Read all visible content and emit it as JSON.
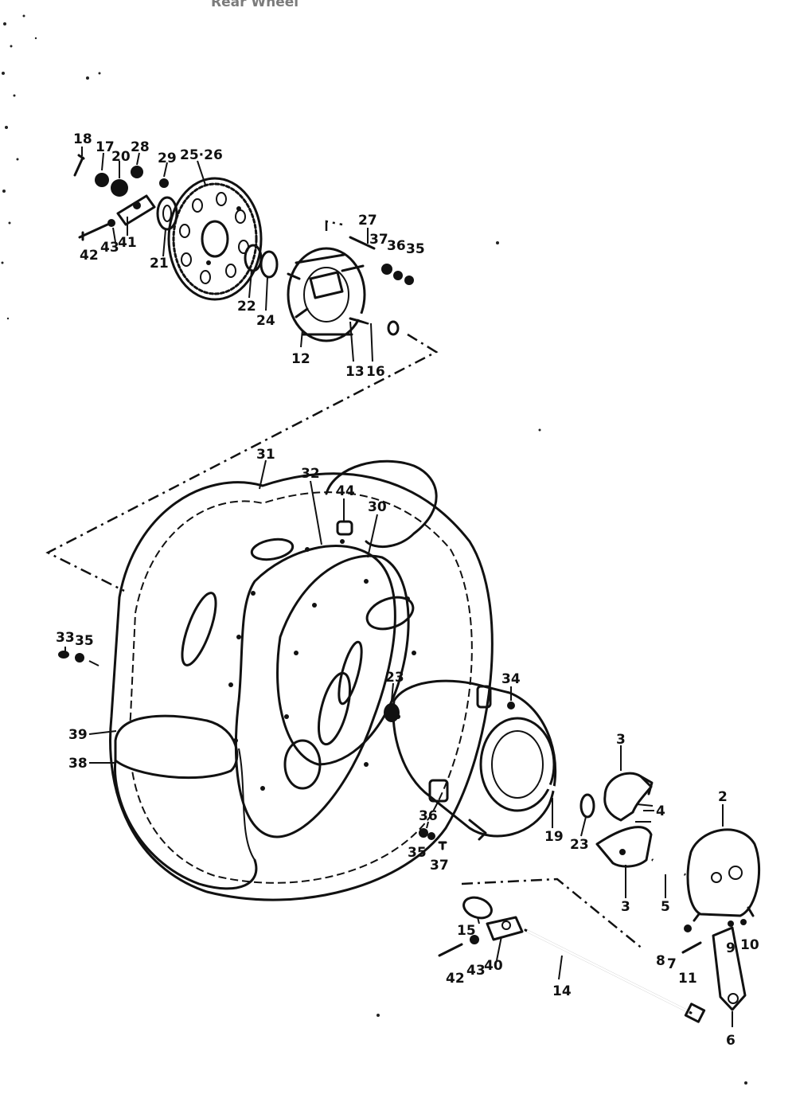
{
  "header_text": "Rear Wheel",
  "callouts": {
    "c18": "18",
    "c17": "17",
    "c20": "20",
    "c28": "28",
    "c29": "29",
    "c25_26": "25·26",
    "c42a": "42",
    "c43a": "43",
    "c41": "41",
    "c21": "21",
    "c22": "22",
    "c24": "24",
    "c12": "12",
    "c13": "13",
    "c16": "16",
    "c27": "27",
    "c37a": "37",
    "c36a": "36",
    "c35a": "35",
    "c31": "31",
    "c32": "32",
    "c44": "44",
    "c30": "30",
    "c33": "33",
    "c35b": "35",
    "c23a": "23",
    "c34": "34",
    "c39": "39",
    "c38": "38",
    "c3a": "3",
    "c4": "4",
    "c2": "2",
    "c19": "19",
    "c23b": "23",
    "c3b": "3",
    "c5": "5",
    "c36b": "36",
    "c35c": "35",
    "c37b": "37",
    "c15": "15",
    "c42b": "42",
    "c43b": "43",
    "c40": "40",
    "c14": "14",
    "c8": "8",
    "c7": "7",
    "c11": "11",
    "c9": "9",
    "c10": "10",
    "c6": "6"
  }
}
